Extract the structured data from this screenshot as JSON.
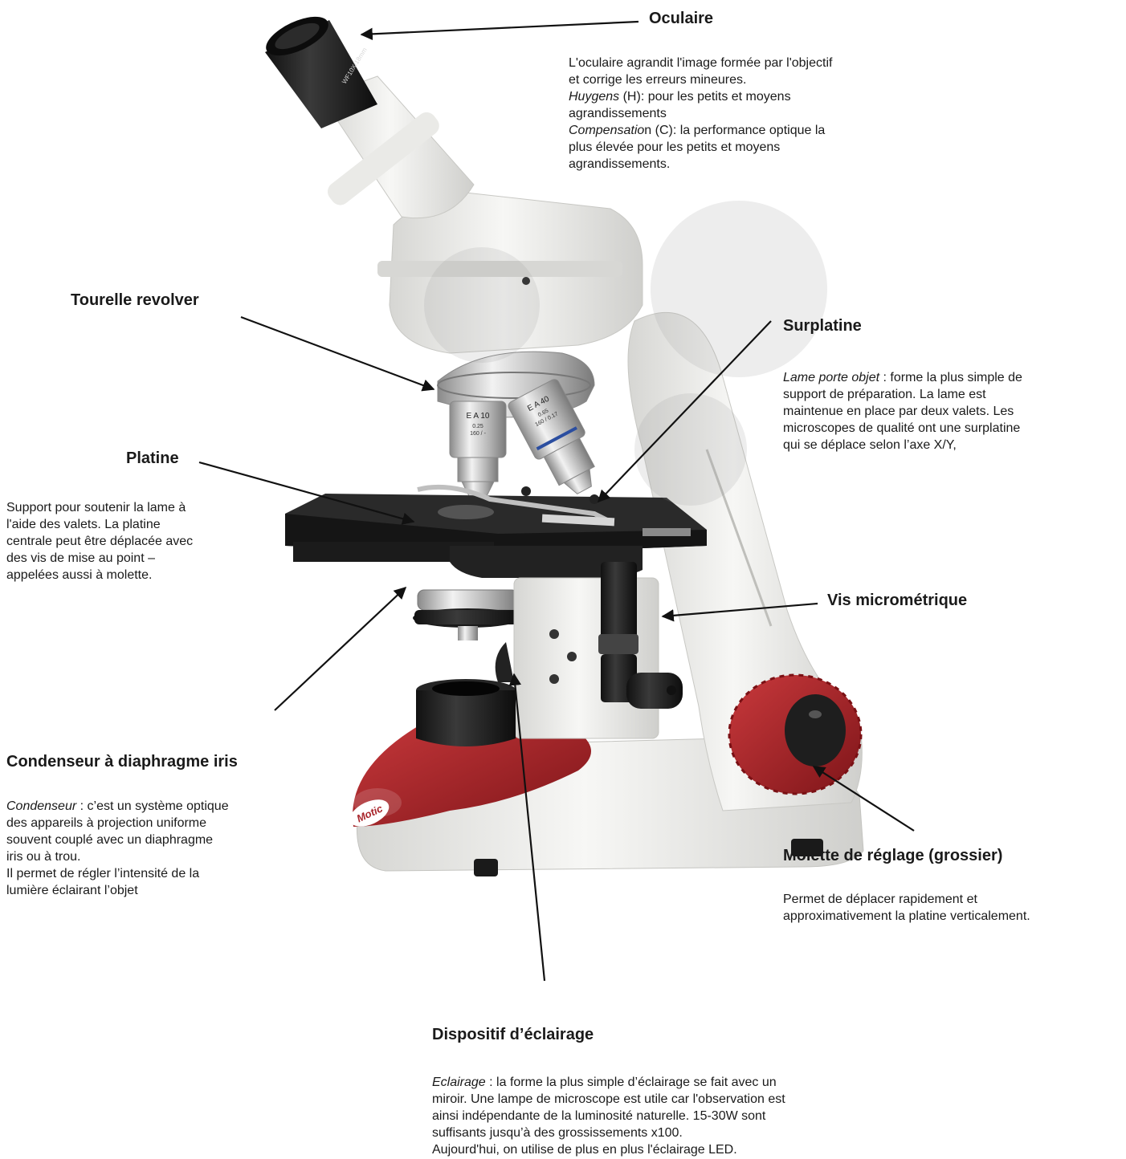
{
  "labels": {
    "oculaire": {
      "title": "Oculaire",
      "lines": [
        {
          "text": "L'oculaire agrandit l'image formée par l'objectif"
        },
        {
          "text": "et corrige les erreurs mineures."
        },
        {
          "em": "Huygens",
          "text": " (H): pour les petits et moyens"
        },
        {
          "text": "agrandissements"
        },
        {
          "em": "Compensatio",
          "text": "n (C): la performance optique la"
        },
        {
          "text": "plus élevée pour les petits et moyens"
        },
        {
          "text": "agrandissements."
        }
      ]
    },
    "tourelle": {
      "title": "Tourelle revolver"
    },
    "surplatine": {
      "title": "Surplatine",
      "lines": [
        {
          "em": "Lame porte objet",
          "text": " : forme la plus simple de"
        },
        {
          "text": "support de préparation. La lame est"
        },
        {
          "text": "maintenue en place par deux valets. Les"
        },
        {
          "text": "microscopes de qualité ont une surplatine"
        },
        {
          "text": "qui se déplace selon l’axe X/Y,"
        }
      ]
    },
    "platine": {
      "title": "Platine",
      "lines": [
        {
          "text": "Support pour soutenir la lame à"
        },
        {
          "text": "l'aide des valets. La platine"
        },
        {
          "text": "centrale peut être déplacée avec"
        },
        {
          "text": "des vis de mise au point –"
        },
        {
          "text": "appelées aussi à molette."
        }
      ]
    },
    "vis": {
      "title": "Vis micrométrique"
    },
    "condenseur": {
      "title": "Condenseur à diaphragme iris",
      "lines": [
        {
          "em": "Condenseur",
          "text": " : c’est un système optique"
        },
        {
          "text": "des appareils à projection uniforme"
        },
        {
          "text": "souvent couplé avec un diaphragme"
        },
        {
          "text": "iris ou à trou."
        },
        {
          "text": "Il permet de régler l’intensité de la"
        },
        {
          "text": "lumière éclairant l’objet"
        }
      ]
    },
    "molette": {
      "title": "Molette de réglage (grossier)",
      "lines": [
        {
          "text": "Permet de déplacer rapidement et"
        },
        {
          "text": "approximativement la platine verticalement."
        }
      ]
    },
    "eclairage": {
      "title": "Dispositif d’éclairage",
      "lines": [
        {
          "em": "Eclairage",
          "text": " : la forme la plus simple d’éclairage se fait avec un"
        },
        {
          "text": "miroir. Une lampe de microscope est utile car  l'observation est"
        },
        {
          "text": "ainsi indépendante de la luminosité naturelle. 15-30W sont"
        },
        {
          "text": "suffisants jusqu’à des grossissements x100."
        },
        {
          "text": "Aujourd'hui, on utilise de plus en plus l'éclairage LED."
        }
      ]
    }
  },
  "image": {
    "eyepiece_marking": "WF10X/18mm",
    "objective_10_lines": [
      "E A 10",
      "0.25",
      "160 / -"
    ],
    "objective_40_lines": [
      "E A 40",
      "0.65",
      "160 / 0.17"
    ],
    "brand": "Motic"
  },
  "colors": {
    "body": "#ededeb",
    "black": "#1e1e1e",
    "red": "#a8242a",
    "chrome": "#c9c9c9",
    "arrow": "#111111"
  }
}
